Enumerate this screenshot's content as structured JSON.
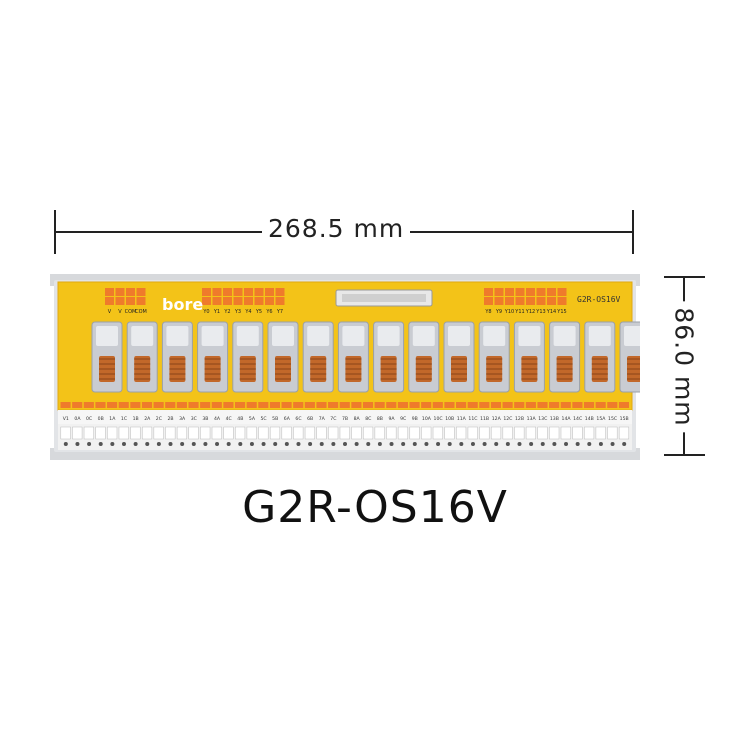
{
  "dimensions": {
    "width_label": "268.5 mm",
    "height_label": "86.0 mm"
  },
  "product": {
    "model_title": "G2R-OS16V",
    "board_model": "G2R-OS16V",
    "brand": "bore"
  },
  "colors": {
    "pcb": "#f3c318",
    "pcb_edge": "#e0a810",
    "rail": "#d7d9dc",
    "relay_shell": "#c9ccd2",
    "relay_coil": "#c2682a",
    "terminal_orange": "#ef7b2b",
    "terminal_white": "#f1f1f1",
    "label_strip": "#f6f6f6"
  },
  "top_connectors": {
    "power": [
      "V",
      "V",
      "COM",
      "COM"
    ],
    "inputs_left": [
      "Y0",
      "Y1",
      "Y2",
      "Y3",
      "Y4",
      "Y5",
      "Y6",
      "Y7"
    ],
    "inputs_right": [
      "Y8",
      "Y9",
      "Y10",
      "Y11",
      "Y12",
      "Y13",
      "Y14",
      "Y15"
    ]
  },
  "bottom_terminals": {
    "common": [
      "V1",
      "0A",
      "0C",
      "0B"
    ],
    "channels": [
      [
        "1A",
        "1C",
        "1B"
      ],
      [
        "2A",
        "2C",
        "2B"
      ],
      [
        "3A",
        "3C",
        "3B"
      ],
      [
        "4A",
        "4C",
        "4B"
      ],
      [
        "5A",
        "5C",
        "5B"
      ],
      [
        "6A",
        "6C",
        "6B"
      ],
      [
        "7A",
        "7C",
        "7B"
      ],
      [
        "8A",
        "8C",
        "8B"
      ],
      [
        "9A",
        "9C",
        "9B"
      ],
      [
        "10A",
        "10C",
        "10B"
      ],
      [
        "11A",
        "11C",
        "11B"
      ],
      [
        "12A",
        "12C",
        "12B"
      ],
      [
        "13A",
        "13C",
        "13B"
      ],
      [
        "14A",
        "14C",
        "14B"
      ],
      [
        "15A",
        "15C",
        "15B"
      ]
    ]
  },
  "relay_count": 16
}
